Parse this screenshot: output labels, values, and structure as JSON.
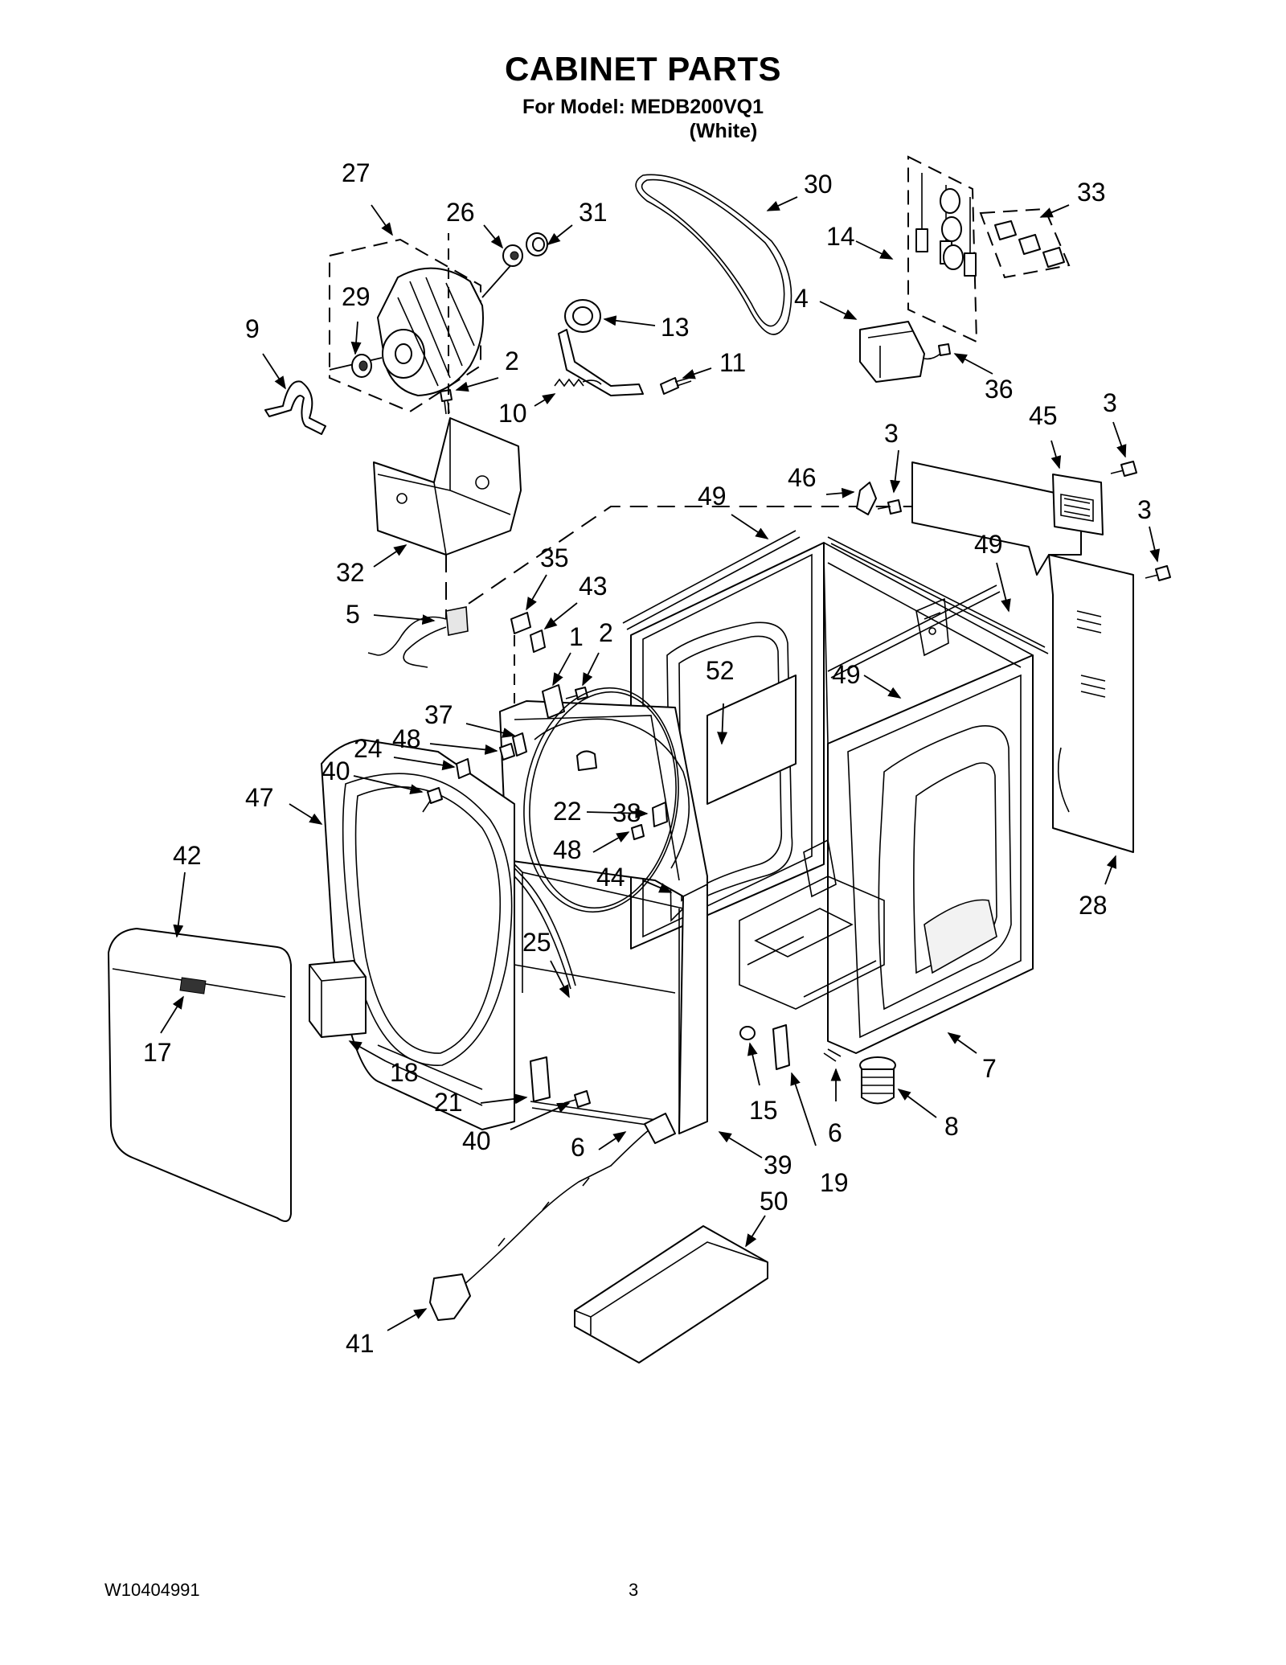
{
  "header": {
    "title": "CABINET PARTS",
    "model_line": "For Model: MEDB200VQ1",
    "color_line": "(White)"
  },
  "footer": {
    "doc_number": "W10404991",
    "page_number": "3"
  },
  "callouts": [
    "27",
    "26",
    "31",
    "30",
    "33",
    "29",
    "9",
    "2",
    "13",
    "14",
    "4",
    "11",
    "10",
    "36",
    "3",
    "45",
    "3",
    "3",
    "46",
    "49",
    "49",
    "32",
    "35",
    "43",
    "5",
    "1",
    "2",
    "52",
    "49",
    "37",
    "24",
    "48",
    "40",
    "47",
    "22",
    "38",
    "48",
    "44",
    "42",
    "25",
    "17",
    "18",
    "28",
    "7",
    "21",
    "40",
    "6",
    "15",
    "6",
    "19",
    "8",
    "39",
    "50",
    "41"
  ]
}
